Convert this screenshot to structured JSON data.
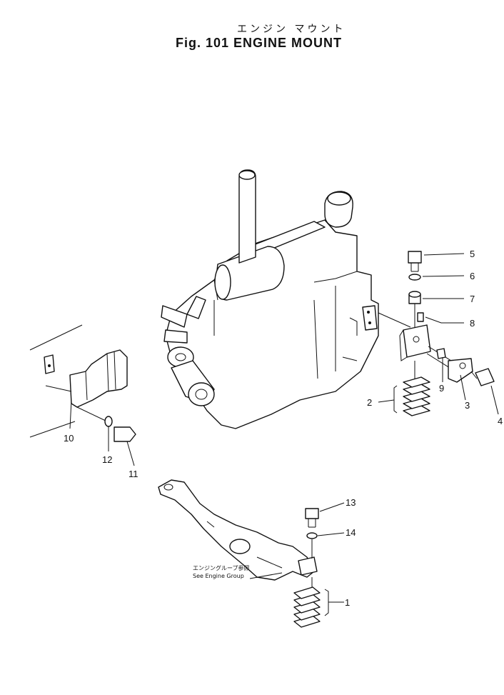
{
  "title": {
    "japanese": "エンジン マウント",
    "english": "Fig. 101 ENGINE MOUNT"
  },
  "note": {
    "japanese": "エンジングループ参照",
    "english": "See Engine Group"
  },
  "callouts": [
    "1",
    "2",
    "3",
    "4",
    "5",
    "6",
    "7",
    "8",
    "9",
    "10",
    "11",
    "12",
    "13",
    "14"
  ]
}
